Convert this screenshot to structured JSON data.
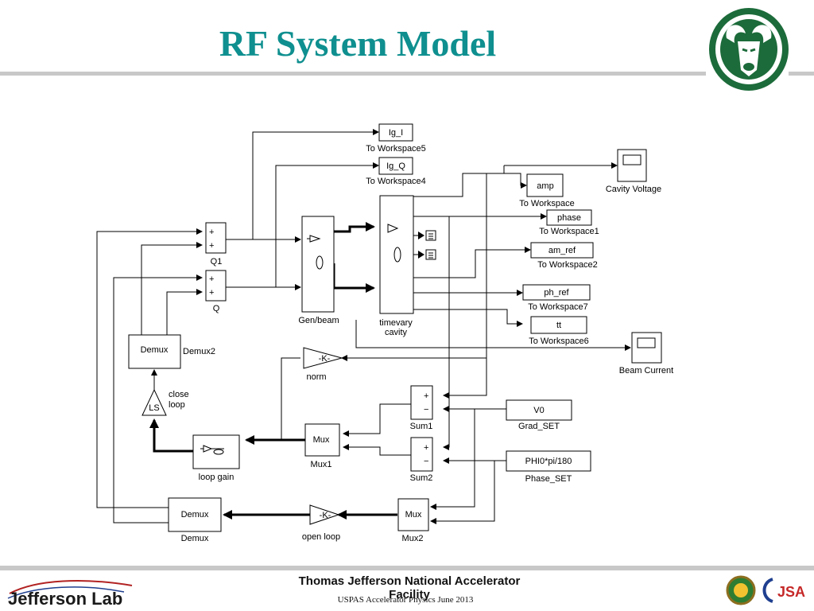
{
  "slide": {
    "title": "RF System Model",
    "footer_org": "Thomas Jefferson National Accelerator Facility",
    "footer_course": "USPAS Accelerator Physics  June 2013",
    "logo_left_text": "Jefferson Lab",
    "logo_right_text": "JSA"
  },
  "blocks": {
    "to_ws5": {
      "text": "Ig_I",
      "caption": "To Workspace5"
    },
    "to_ws4": {
      "text": "Ig_Q",
      "caption": "To Workspace4"
    },
    "to_ws": {
      "text": "amp",
      "caption": "To Workspace"
    },
    "to_ws1": {
      "text": "phase",
      "caption": "To Workspace1"
    },
    "to_ws2": {
      "text": "am_ref",
      "caption": "To Workspace2"
    },
    "to_ws7": {
      "text": "ph_ref",
      "caption": "To Workspace7"
    },
    "to_ws6": {
      "text": "tt",
      "caption": "To Workspace6"
    },
    "cavity_voltage": {
      "caption": "Cavity Voltage"
    },
    "beam_current": {
      "caption": "Beam Current"
    },
    "q1": {
      "caption": "Q1",
      "plus": "+"
    },
    "q": {
      "caption": "Q",
      "plus": "+"
    },
    "gen_beam": {
      "caption": "Gen/beam"
    },
    "timevary_cavity": {
      "caption1": "timevary",
      "caption2": "cavity"
    },
    "demux2": {
      "text": "Demux",
      "caption": "Demux2"
    },
    "close_loop": {
      "text": "LS",
      "caption1": "close",
      "caption2": "loop"
    },
    "norm": {
      "text": "-K-",
      "caption": "norm"
    },
    "sum1": {
      "caption": "Sum1",
      "plus": "+",
      "minus": "−"
    },
    "sum2": {
      "caption": "Sum2",
      "plus": "+",
      "minus": "−"
    },
    "grad_set": {
      "text": "V0",
      "caption": "Grad_SET"
    },
    "phase_set": {
      "text": "PHI0*pi/180",
      "caption": "Phase_SET"
    },
    "mux1": {
      "text": "Mux",
      "caption": "Mux1"
    },
    "mux2": {
      "text": "Mux",
      "caption": "Mux2"
    },
    "loop_gain": {
      "caption": "loop gain"
    },
    "demux": {
      "text": "Demux",
      "caption": "Demux"
    },
    "open_loop": {
      "text": "-K-",
      "caption": "open loop"
    }
  }
}
